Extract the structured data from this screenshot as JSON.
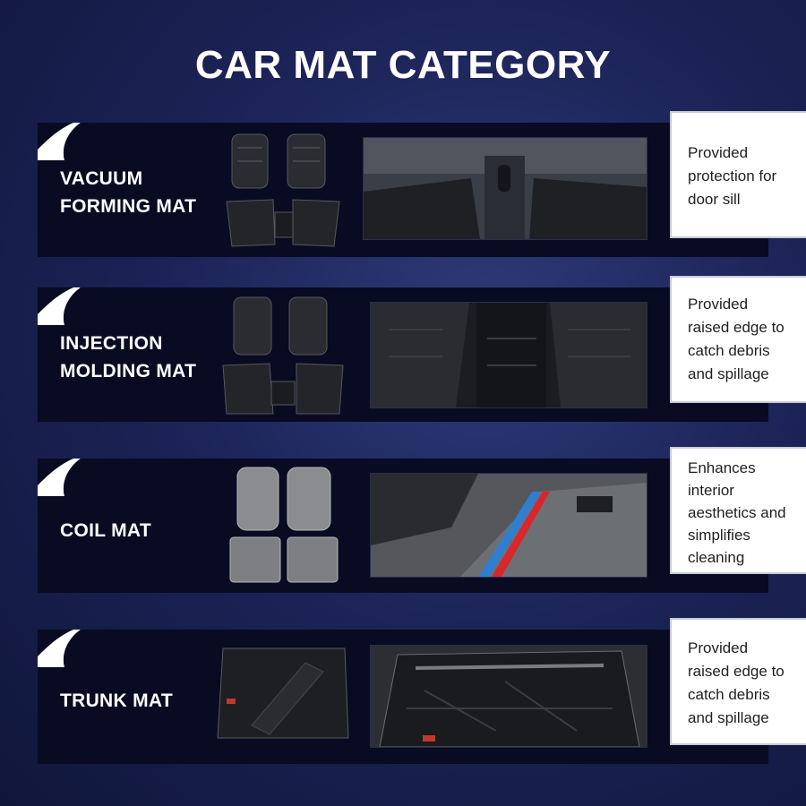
{
  "title": "CAR MAT CATEGORY",
  "categories": [
    {
      "label": "VACUUM\nFORMING MAT",
      "description": "Provided\nprotection for\ndoor sill"
    },
    {
      "label": "INJECTION\nMOLDING MAT",
      "description": "Provided\nraised edge to\ncatch debris\nand spillage"
    },
    {
      "label": "COIL MAT",
      "description": "Enhances\ninterior\naesthetics and\nsimplifies\ncleaning"
    },
    {
      "label": "TRUNK MAT",
      "description": "Provided\nraised edge to\ncatch debris\nand spillage"
    }
  ],
  "colors": {
    "background": "#1c2458",
    "band": "#080b22",
    "text": "#ffffff",
    "note_bg": "#ffffff"
  }
}
